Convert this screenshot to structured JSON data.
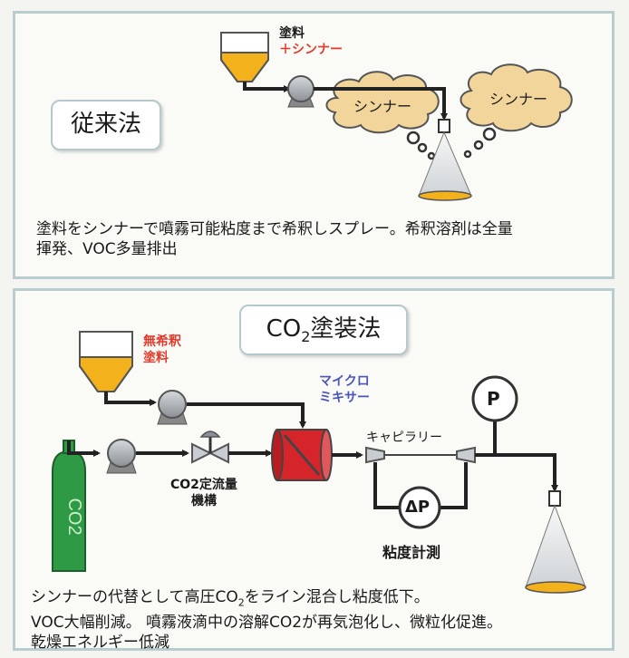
{
  "top": {
    "method": "従来法",
    "paint_label_1": "塗料",
    "paint_label_2": "＋シンナー",
    "cloud_1": "シンナー",
    "cloud_2": "シンナー",
    "desc_line_1": "塗料をシンナーで噴霧可能粘度まで希釈しスプレー。希釈溶剤は全量",
    "desc_line_2": "揮発、VOC多量排出"
  },
  "bottom": {
    "method_main": "CO",
    "method_sub": "2",
    "method_rest": "塗装法",
    "paint_label_1": "無希釈",
    "paint_label_2": "塗料",
    "mixer_label_1": "マイクロ",
    "mixer_label_2": "ミキサー",
    "capillary_label": "キャピラリー",
    "pressure_gauge": "P",
    "delta_p": "ΔP",
    "viscosity_label": "粘度計測",
    "flow_label_1": "CO2定流量",
    "flow_label_2": "機構",
    "desc_line_1a": "シンナーの代替として高圧CO",
    "desc_line_1sub": "2",
    "desc_line_1b": "をライン混合し粘度低下。",
    "desc_line_2": "VOC大幅削減。 噴霧液滴中の溶解CO2が再気泡化し、微粒化促進。",
    "desc_line_3": "乾燥エネルギー低減"
  },
  "colors": {
    "paint": "#f3b21b",
    "mixer": "#d6252a",
    "cylinder": "#2f9a45",
    "cloud": "#f2d59a",
    "panel_border": "#b9cccf"
  }
}
